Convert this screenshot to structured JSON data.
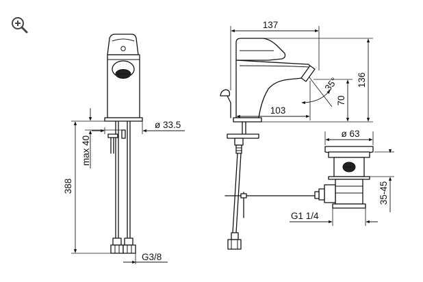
{
  "icons": {
    "zoom": "zoom-in-icon"
  },
  "front_view": {
    "dim_height": "388",
    "dim_max": "max 40",
    "dim_diameter": "ø 33.5",
    "dim_hose_thread": "G3/8"
  },
  "side_view": {
    "dim_length": "137",
    "dim_spout_reach": "103",
    "dim_total_height": "136",
    "dim_spout_height": "70",
    "dim_angle": "35°"
  },
  "drain_view": {
    "dim_diameter": "ø 63",
    "dim_thread": "G1 1/4",
    "dim_range": "35-45"
  }
}
